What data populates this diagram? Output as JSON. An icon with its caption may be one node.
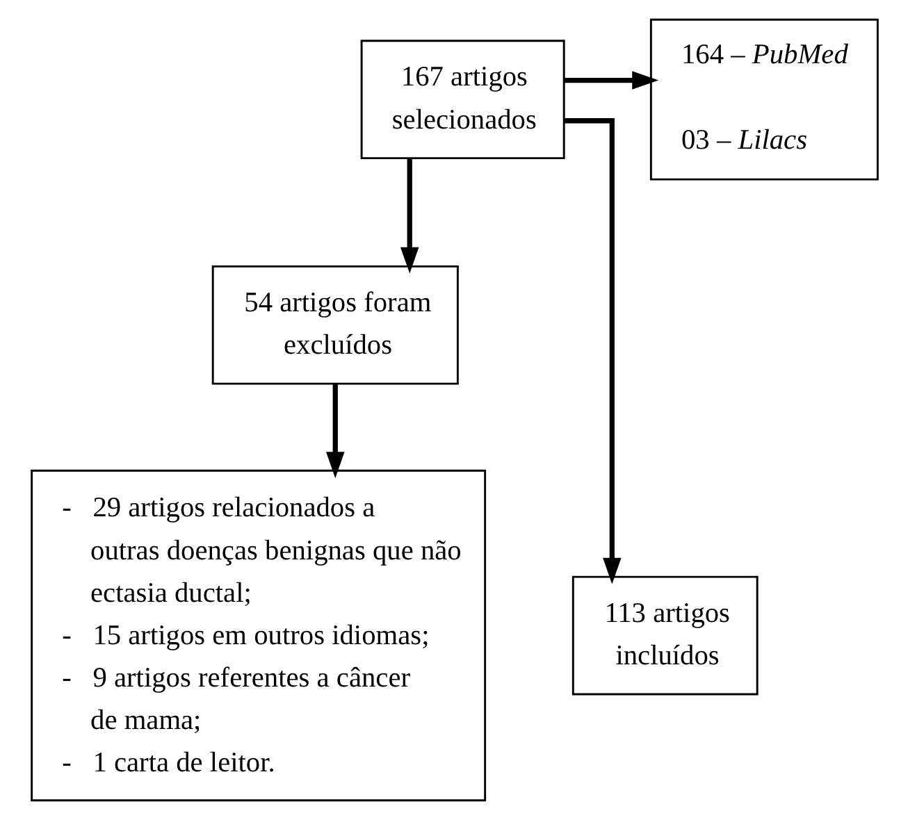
{
  "diagram": {
    "nodes": [
      {
        "text": [
          "167 artigos selecionados"
        ]
      },
      {
        "text": [
          "164 – *PubMed*",
          "03 – *Lilacs*"
        ]
      },
      {
        "text": [
          "54 artigos foram excluídos"
        ]
      },
      {
        "text": [
          "113 artigos incluídos"
        ]
      },
      {
        "text": [
          "-   29 artigos relacionados a outras doenças benignas que não ectasia ductal;",
          "-   15 artigos em outros idiomas;",
          "-   9 artigos referentes a câncer de mama;",
          "-   1 carta de leitor."
        ]
      }
    ],
    "edges": [
      {
        "from": 0,
        "to": 1,
        "arrow": "to"
      },
      {
        "from": 0,
        "to": 2,
        "arrow": "to"
      },
      {
        "from": 0,
        "to": 3,
        "arrow": "to"
      },
      {
        "from": 2,
        "to": 4,
        "arrow": "to"
      }
    ]
  }
}
